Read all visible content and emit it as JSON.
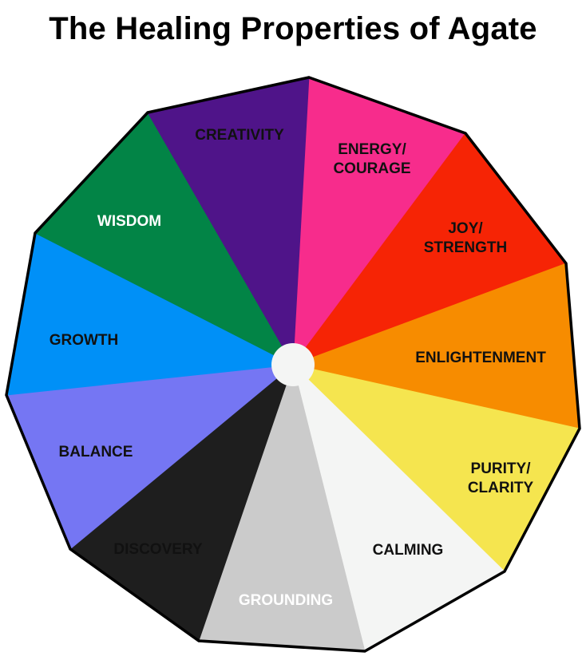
{
  "title": "The Healing Properties of Agate",
  "segments": [
    {
      "lines": [
        "CREATIVITY"
      ],
      "color": "#F72C8C",
      "text_color": "#111111"
    },
    {
      "lines": [
        "ENERGY/",
        "COURAGE"
      ],
      "color": "#F62405",
      "text_color": "#111111"
    },
    {
      "lines": [
        "JOY/",
        "STRENGTH"
      ],
      "color": "#F78C00",
      "text_color": "#111111"
    },
    {
      "lines": [
        "ENLIGHTENMENT"
      ],
      "color": "#F5E54F",
      "text_color": "#111111"
    },
    {
      "lines": [
        "PURITY/",
        "CLARITY"
      ],
      "color": "#F4F5F4",
      "text_color": "#111111"
    },
    {
      "lines": [
        "CALMING"
      ],
      "color": "#CBCBCB",
      "text_color": "#111111"
    },
    {
      "lines": [
        "GROUNDING"
      ],
      "color": "#1E1E1E",
      "text_color": "#FFFFFF"
    },
    {
      "lines": [
        "DISCOVERY"
      ],
      "color": "#7576F3",
      "text_color": "#111111"
    },
    {
      "lines": [
        "BALANCE"
      ],
      "color": "#0090F7",
      "text_color": "#111111"
    },
    {
      "lines": [
        "GROWTH"
      ],
      "color": "#028446",
      "text_color": "#111111"
    },
    {
      "lines": [
        "WISDOM"
      ],
      "color": "#4F1489",
      "text_color": "#FFFFFF"
    }
  ],
  "center_color": "#F4F5F4",
  "outline_color": "#000000"
}
